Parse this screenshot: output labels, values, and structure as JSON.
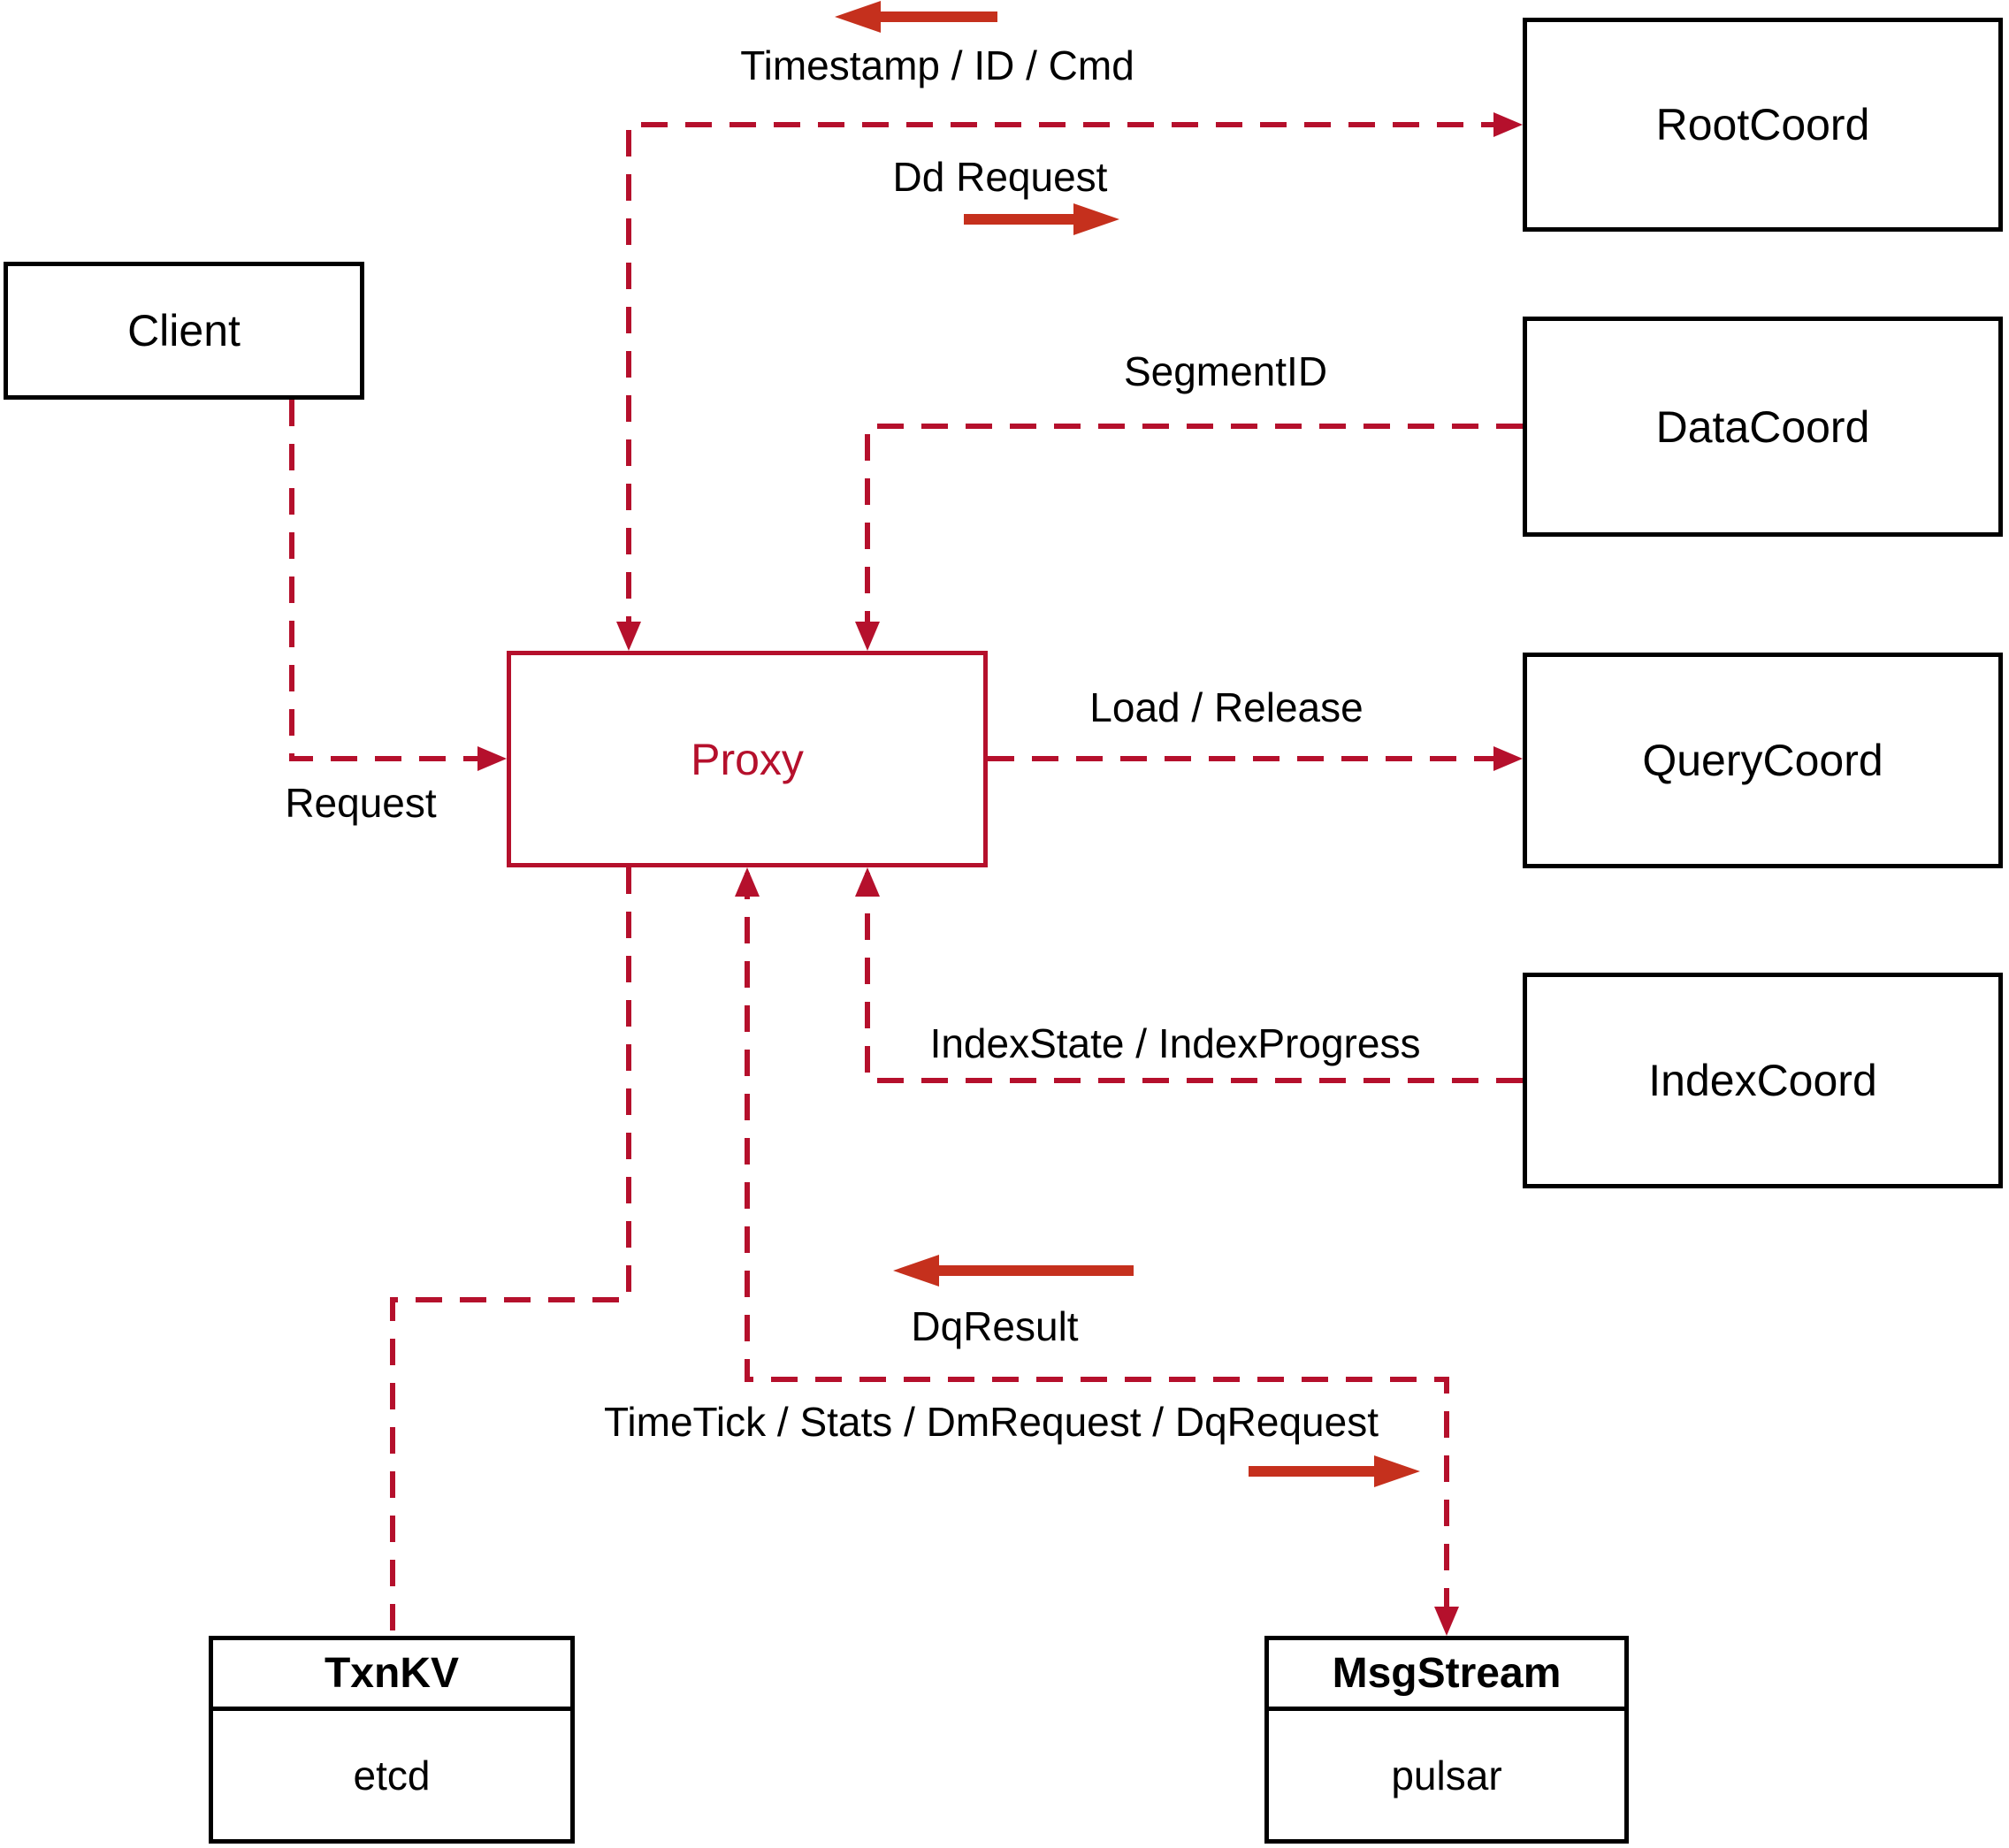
{
  "diagram": {
    "title": "proxy-architecture-diagram",
    "nodes": {
      "client": {
        "label": "Client"
      },
      "proxy": {
        "label": "Proxy"
      },
      "root_coord": {
        "label": "RootCoord"
      },
      "data_coord": {
        "label": "DataCoord"
      },
      "query_coord": {
        "label": "QueryCoord"
      },
      "index_coord": {
        "label": "IndexCoord"
      },
      "txn_kv": {
        "title": "TxnKV",
        "impl": "etcd"
      },
      "msg_stream": {
        "title": "MsgStream",
        "impl": "pulsar"
      }
    },
    "edge_labels": {
      "timestamp_id_cmd": "Timestamp / ID / Cmd",
      "dd_request": "Dd Request",
      "segment_id": "SegmentID",
      "request": "Request",
      "load_release": "Load / Release",
      "index_state": "IndexState / IndexProgress",
      "dq_result": "DqResult",
      "timetick": "TimeTick / Stats / DmRequest / DqRequest"
    },
    "colors": {
      "wire_crimson": "#b5102c",
      "solid_arrow_red": "#c5301d",
      "box_border": "#000000",
      "text": "#000000",
      "background": "#ffffff"
    }
  }
}
